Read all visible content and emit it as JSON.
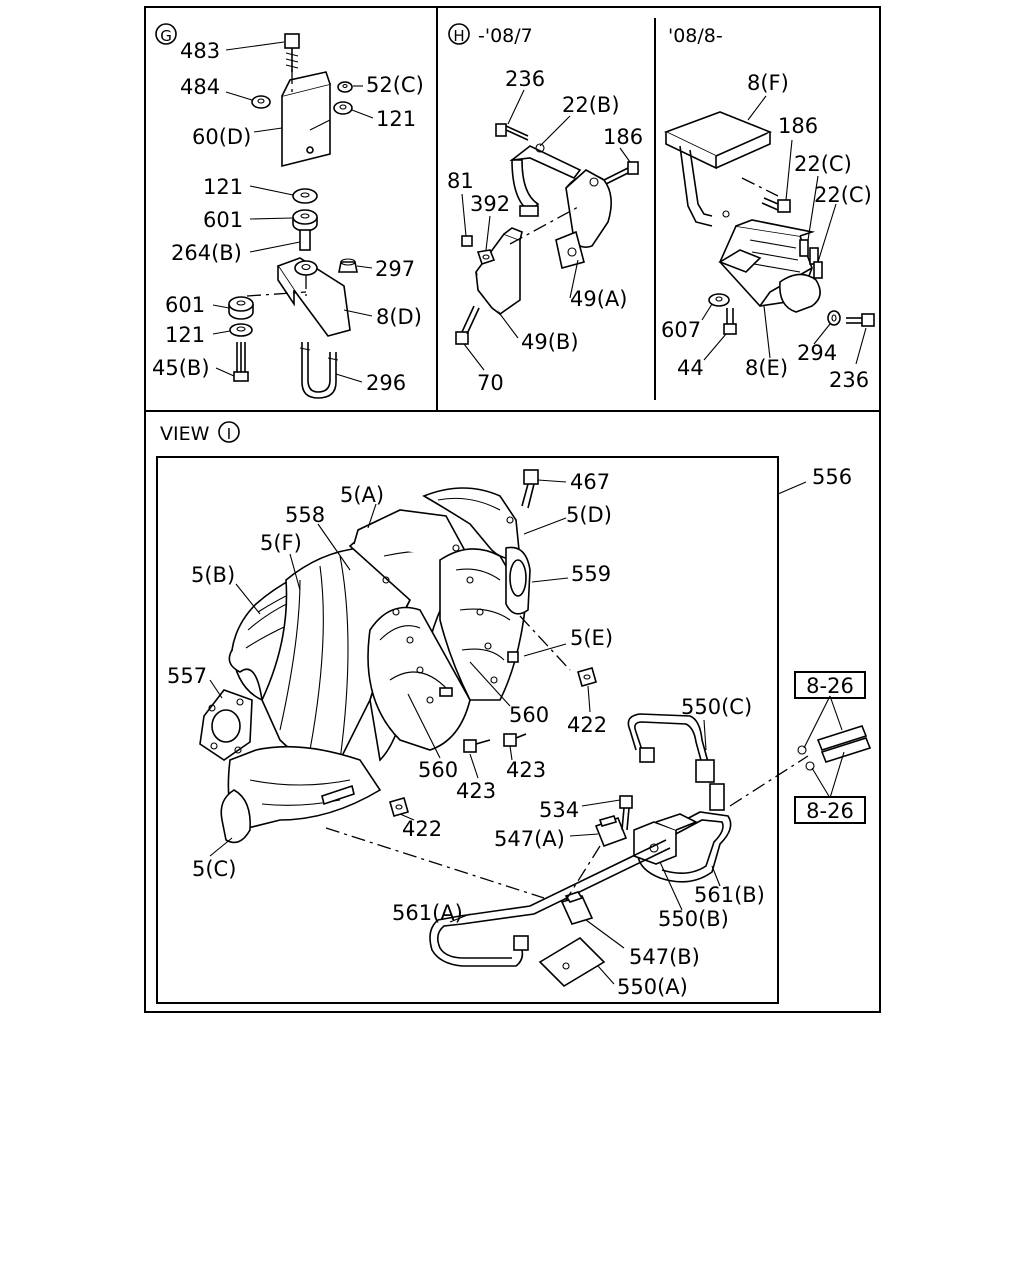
{
  "panels": {
    "g": {
      "marker": "G",
      "labels": [
        "483",
        "484",
        "52(C)",
        "121",
        "60(D)",
        "121",
        "601",
        "264(B)",
        "297",
        "601",
        "8(D)",
        "121",
        "45(B)",
        "296"
      ]
    },
    "h": {
      "marker": "H",
      "range": "-'08/7",
      "labels": [
        "236",
        "22(B)",
        "186",
        "81",
        "392",
        "49(A)",
        "49(B)",
        "70"
      ]
    },
    "late": {
      "range": "'08/8-",
      "labels": [
        "8(F)",
        "186",
        "22(C)",
        "22(C)",
        "607",
        "44",
        "8(E)",
        "294",
        "236"
      ]
    },
    "view": {
      "prefix": "VIEW",
      "marker": "I",
      "labels": [
        "556",
        "467",
        "5(A)",
        "558",
        "5(D)",
        "5(F)",
        "559",
        "5(B)",
        "5(E)",
        "557",
        "422",
        "560",
        "550(C)",
        "560",
        "423",
        "423",
        "422",
        "534",
        "547(A)",
        "5(C)",
        "561(B)",
        "550(B)",
        "561(A)",
        "547(B)",
        "550(A)"
      ],
      "refs": [
        "8-26",
        "8-26"
      ]
    }
  }
}
